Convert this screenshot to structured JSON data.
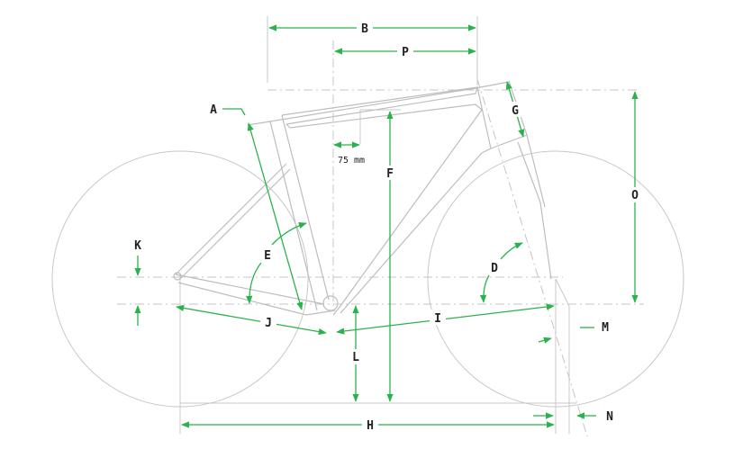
{
  "diagram": {
    "title": "Bike frame geometry",
    "labels": {
      "A": "A",
      "B": "B",
      "D": "D",
      "E": "E",
      "F": "F",
      "G": "G",
      "H": "H",
      "I": "I",
      "J": "J",
      "K": "K",
      "L": "L",
      "M": "M",
      "N": "N",
      "O": "O",
      "P": "P"
    },
    "offset_note": "75 mm",
    "colors": {
      "dimension": "#2bb24c",
      "frame": "#bdbdbd",
      "text": "#222222"
    }
  }
}
